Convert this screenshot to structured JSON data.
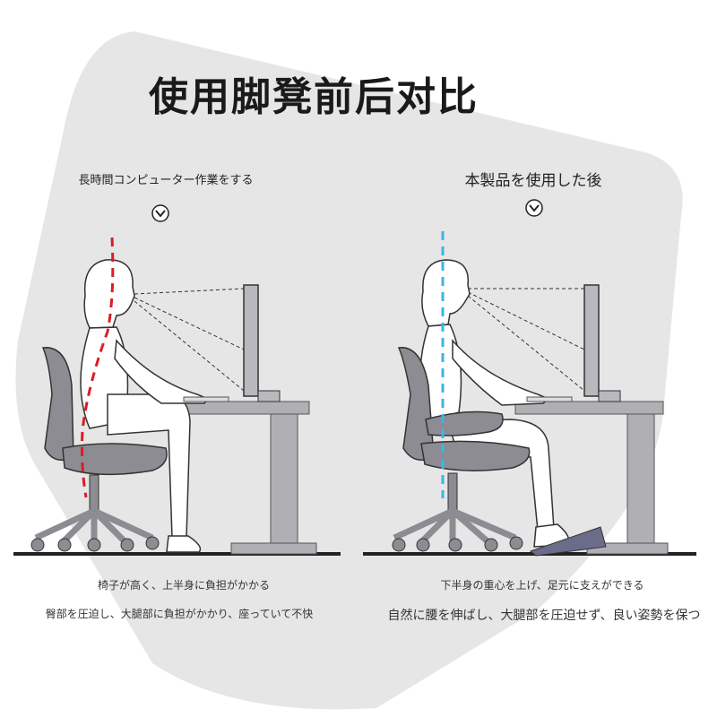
{
  "title": "使用脚凳前后对比",
  "before": {
    "heading": "長時間コンピューター作業をする",
    "notes": [
      "椅子が高く、上半身に負担がかかる",
      "臀部を圧迫し、大腿部に負担がかかり、座っていて不快"
    ]
  },
  "after": {
    "heading": "本製品を使用した後",
    "notes": [
      "下半身の重心を上げ、足元に支えができる",
      "自然に腰を伸ばし、大腿部を圧迫せず、良い姿勢を保つ"
    ]
  },
  "colors": {
    "spine_before": "#d81e28",
    "spine_after": "#3cb4e6",
    "furniture": "#a9a9ae",
    "chair": "#8c8c92",
    "footrest": "#6b6b8a",
    "background_shape": "#e6e6e6"
  }
}
